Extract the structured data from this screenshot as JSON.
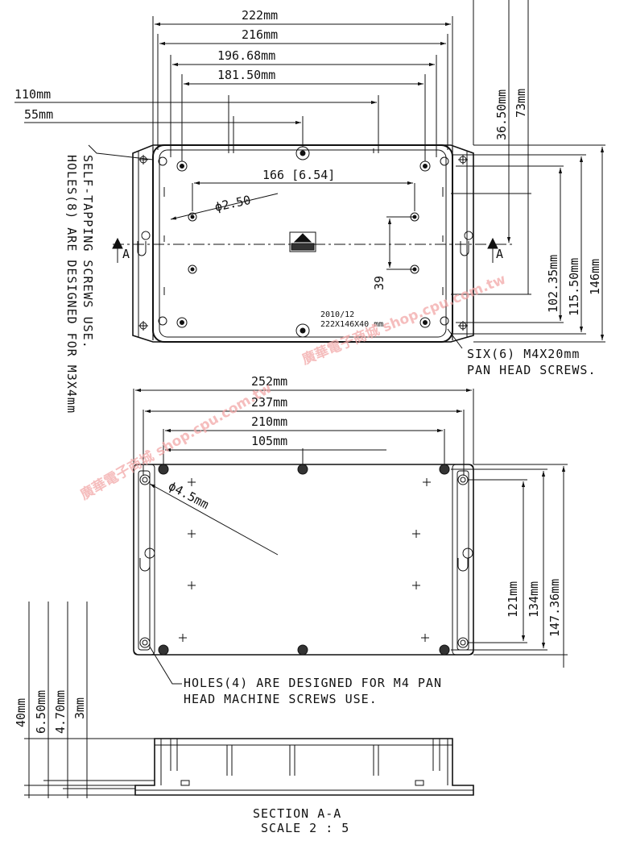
{
  "top_view": {
    "dims_h": [
      "222mm",
      "216mm",
      "196.68mm",
      "181.50mm",
      "110mm",
      "55mm"
    ],
    "inner_dim": "166 [6.54]",
    "hole_dia": "ϕ2.50",
    "dim_39": "39",
    "dims_v_top": [
      "36.50mm",
      "73mm"
    ],
    "dims_v_right": [
      "102.35mm",
      "115.50mm",
      "146mm"
    ],
    "label_text": "2010/12",
    "label_size": "222X146X40 mm",
    "section_mark": "A"
  },
  "bottom_view": {
    "dims_h": [
      "252mm",
      "237mm",
      "210mm",
      "105mm"
    ],
    "hole_dia": "ϕ4.5mm",
    "dims_v": [
      "121mm",
      "134mm",
      "147.36mm"
    ]
  },
  "section": {
    "dims_v": [
      "40mm",
      "6.50mm",
      "4.70mm",
      "3mm"
    ],
    "title": "SECTION A-A",
    "scale": "SCALE 2 : 5"
  },
  "notes": {
    "holes8_line1": "HOLES(8) ARE DESIGNED FOR M3X4mm",
    "holes8_line2": "SELF-TAPPING SCREWS USE.",
    "six_line1": "SIX(6) M4X20mm",
    "six_line2": "PAN HEAD SCREWS.",
    "holes4_line1": "HOLES(4) ARE DESIGNED FOR M4 PAN",
    "holes4_line2": "HEAD MACHINE SCREWS USE."
  },
  "watermark": {
    "text1": "廣華電子商城 shop.cpu.com.tw",
    "text2": "廣華電子商城 shop.cpu.com.tw",
    "color": "#f2a7a7"
  }
}
